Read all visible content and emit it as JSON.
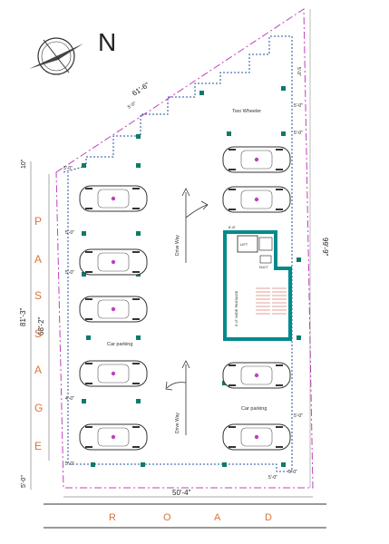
{
  "compass": {
    "letter": "N"
  },
  "dimensions": {
    "top_edge": "61'-6\"",
    "right_edge": "99'-9\"",
    "left_outer": "81'-3\"",
    "left_inner": "68'-2\"",
    "left_top": "10\"",
    "left_bottom": "5'-0\"",
    "bottom_edge": "50'-4\"",
    "setback_a": "5'-0\"",
    "setback_b": "5'-0\"",
    "setback_c": "5'-0\"",
    "setback_d": "4'-0\"",
    "setback_e": "5'-0\"",
    "setback_f": "5'-0\"",
    "setback_g": "5'-0\"",
    "setback_h": "5'-0\"",
    "setback_i": "5'-0\"",
    "setback_j": "5'-0\"",
    "setback_k": "5'-0\"",
    "setback_l": "5'-0\""
  },
  "labels": {
    "two_wheeler": "Two Wheeler",
    "car_parking_left": "Car parking",
    "car_parking_right": "Car parking",
    "drive_way_top": "Drive Way",
    "drive_way_bottom": "Drive Way",
    "lift": "LIFT",
    "duct": "DUCT",
    "lobby": "5'-0\" WIDE PASSAGE",
    "staircase_dim": "6'-6\""
  },
  "passage_letters": [
    "P",
    "A",
    "S",
    "S",
    "A",
    "G",
    "E"
  ],
  "road_letters": [
    "R",
    "O",
    "A",
    "D"
  ],
  "colors": {
    "boundary": "#c040c0",
    "wall": "#2050a0",
    "core": "#008b8b",
    "column": "#0f7a6a",
    "letter": "#d9743a"
  }
}
